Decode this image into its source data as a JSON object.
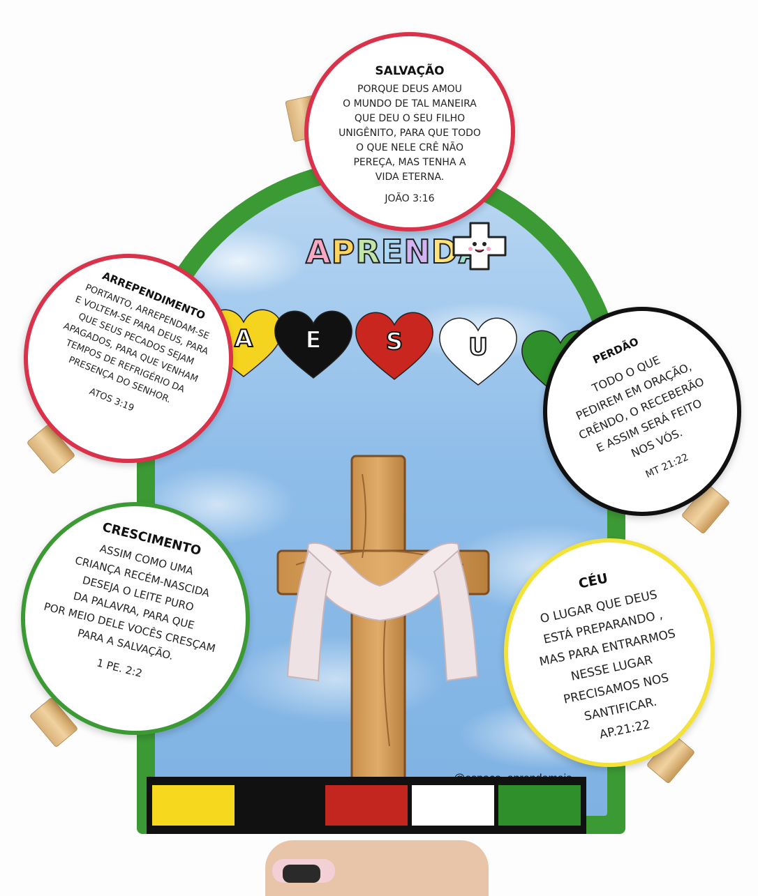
{
  "logo": {
    "letters": [
      {
        "char": "A",
        "color": "#f7a8c4"
      },
      {
        "char": "P",
        "color": "#ffd45e"
      },
      {
        "char": "R",
        "color": "#bfe6a6"
      },
      {
        "char": "E",
        "color": "#a7d8f5"
      },
      {
        "char": "N",
        "color": "#d3b3f2"
      },
      {
        "char": "D",
        "color": "#ffe27a"
      },
      {
        "char": "A",
        "color": "#9fe0d0"
      }
    ]
  },
  "hearts": [
    {
      "letter": "A",
      "color": "#f4d41f"
    },
    {
      "letter": "E",
      "color": "#111111"
    },
    {
      "letter": "S",
      "color": "#c8261f"
    },
    {
      "letter": "U",
      "color": "#ffffff"
    },
    {
      "letter": "",
      "color": "#2f8f2a"
    }
  ],
  "watermark": "@espaco_aprendamais",
  "strip_colors": [
    "#f6d91f",
    "#111111",
    "#c3261f",
    "#ffffff",
    "#2f8f2a"
  ],
  "cards": {
    "salvacao": {
      "title": "SALVAÇÃO",
      "lines": [
        "PORQUE DEUS AMOU",
        "O MUNDO DE TAL MANEIRA",
        "QUE DEU O SEU FILHO",
        "UNIGÊNITO, PARA QUE TODO",
        "O QUE NELE CRÊ NÃO",
        "PEREÇA, MAS TENHA A",
        "VIDA ETERNA."
      ],
      "ref": "JOÃO 3:16",
      "border": "#d9324a"
    },
    "arrependimento": {
      "title": "ARREPENDIMENTO",
      "lines": [
        "PORTANTO, ARREPENDAM-SE",
        "E VOLTEM-SE PARA DEUS, PARA",
        "QUE SEUS PECADOS SEJAM",
        "APAGADOS, PARA QUE VENHAM",
        "TEMPOS DE REFRIGÉRIO DA",
        "PRESENÇA DO SENHOR."
      ],
      "ref": "ATOS 3:19",
      "border": "#d9324a"
    },
    "perdao": {
      "title": "PERDÃO",
      "lines": [
        "TODO O QUE",
        "PEDIREM EM ORAÇÃO,",
        "CRÊNDO, O RECEBERÃO",
        "E ASSIM SERÁ FEITO",
        "NOS VÓS."
      ],
      "ref": "MT 21:22",
      "border": "#111111"
    },
    "crescimento": {
      "title": "CRESCIMENTO",
      "lines": [
        "ASSIM COMO UMA",
        "CRIANÇA RECÉM-NASCIDA",
        "DESEJA  O LEITE PURO",
        "DA PALAVRA,   PARA  QUE",
        "POR MEIO DELE VOCÊS CRESÇAM",
        "PARA  A SALVAÇÃO."
      ],
      "ref": "1 PE. 2:2",
      "border": "#3c9a34"
    },
    "ceu": {
      "title": "CÉU",
      "lines": [
        "O LUGAR QUE DEUS",
        "ESTÁ PREPARANDO ,",
        "MAS PARA ENTRARMOS",
        "NESSE LUGAR",
        "PRECISAMOS NOS",
        "SANTIFICAR."
      ],
      "ref": "AP.21:22",
      "border": "#f3e23a"
    }
  }
}
